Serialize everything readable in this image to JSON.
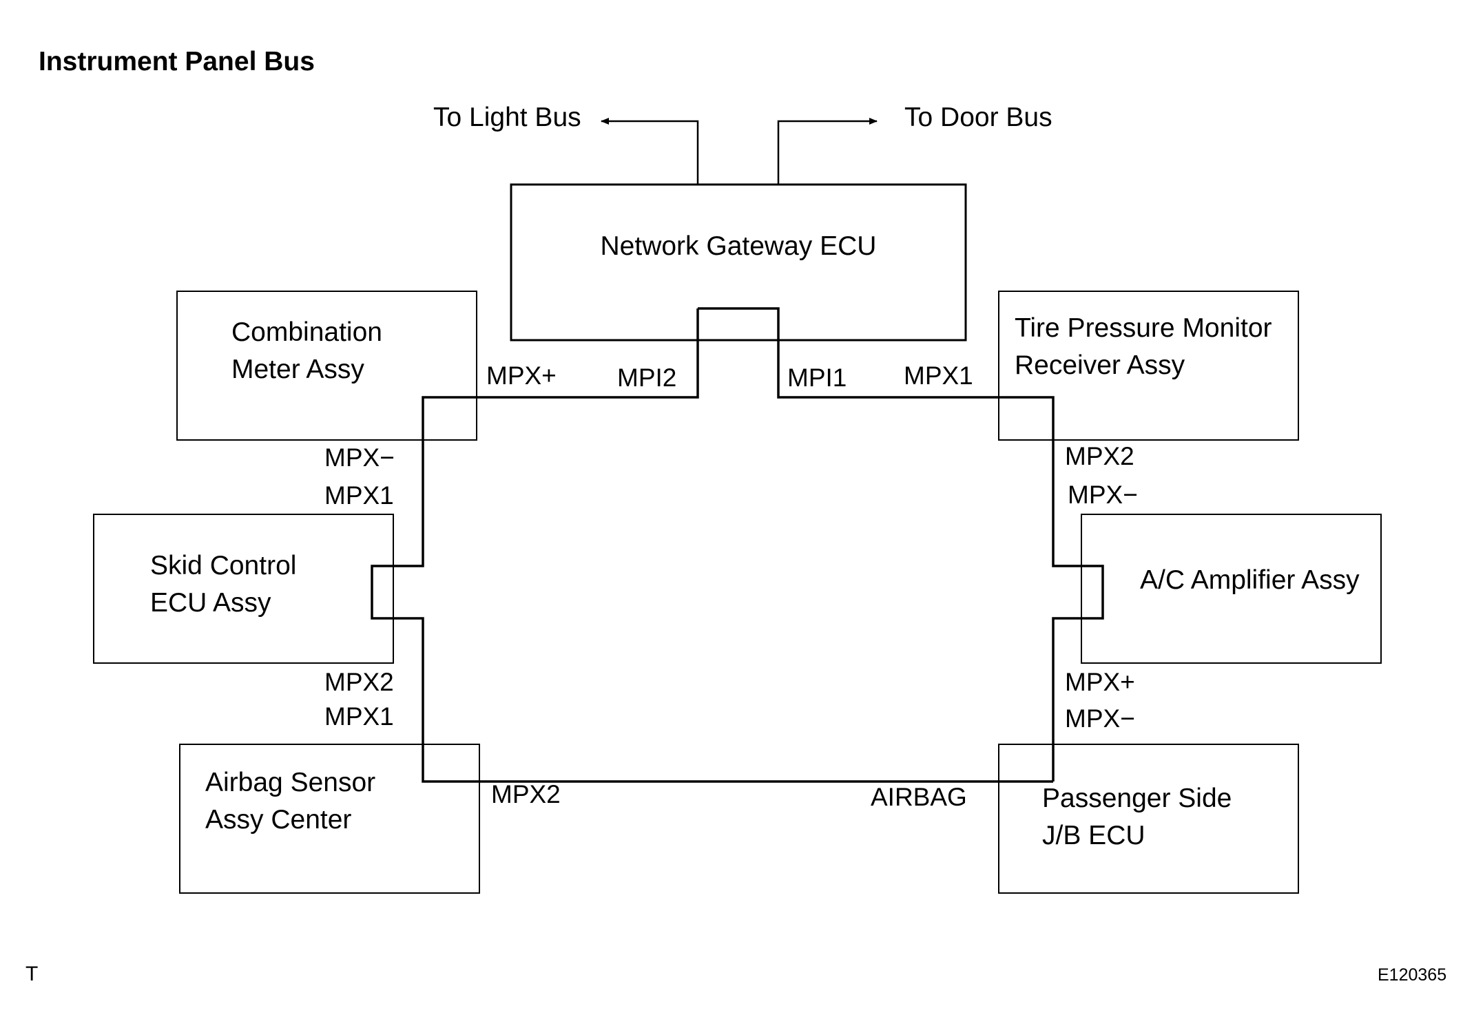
{
  "title": "Instrument Panel Bus",
  "corner_left": "T",
  "corner_right": "E120365",
  "diagram": {
    "arrows": {
      "left": "To Light Bus",
      "right": "To Door Bus"
    },
    "boxes": {
      "gateway": {
        "lines": [
          "Network Gateway ECU"
        ]
      },
      "combination_meter": {
        "lines": [
          "Combination",
          "Meter Assy"
        ]
      },
      "tire_pressure": {
        "lines": [
          "Tire Pressure Monitor",
          "Receiver Assy"
        ]
      },
      "skid_control": {
        "lines": [
          "Skid Control",
          "ECU Assy"
        ]
      },
      "ac_amplifier": {
        "lines": [
          "A/C Amplifier Assy"
        ]
      },
      "airbag_sensor": {
        "lines": [
          "Airbag Sensor",
          "Assy Center"
        ]
      },
      "passenger_jb": {
        "lines": [
          "Passenger Side",
          "J/B ECU"
        ]
      }
    },
    "terminals": {
      "combination_mpx_plus": "MPX+",
      "gateway_mpi2": "MPI2",
      "gateway_mpi1": "MPI1",
      "tire_mpx1": "MPX1",
      "combination_mpx_minus": "MPX−",
      "skid_mpx1": "MPX1",
      "tire_mpx2": "MPX2",
      "ac_mpx_minus": "MPX−",
      "skid_mpx2": "MPX2",
      "airbag_mpx1": "MPX1",
      "ac_mpx_plus": "MPX+",
      "passenger_mpx_minus": "MPX−",
      "airbag_mpx2": "MPX2",
      "passenger_airbag": "AIRBAG"
    }
  }
}
